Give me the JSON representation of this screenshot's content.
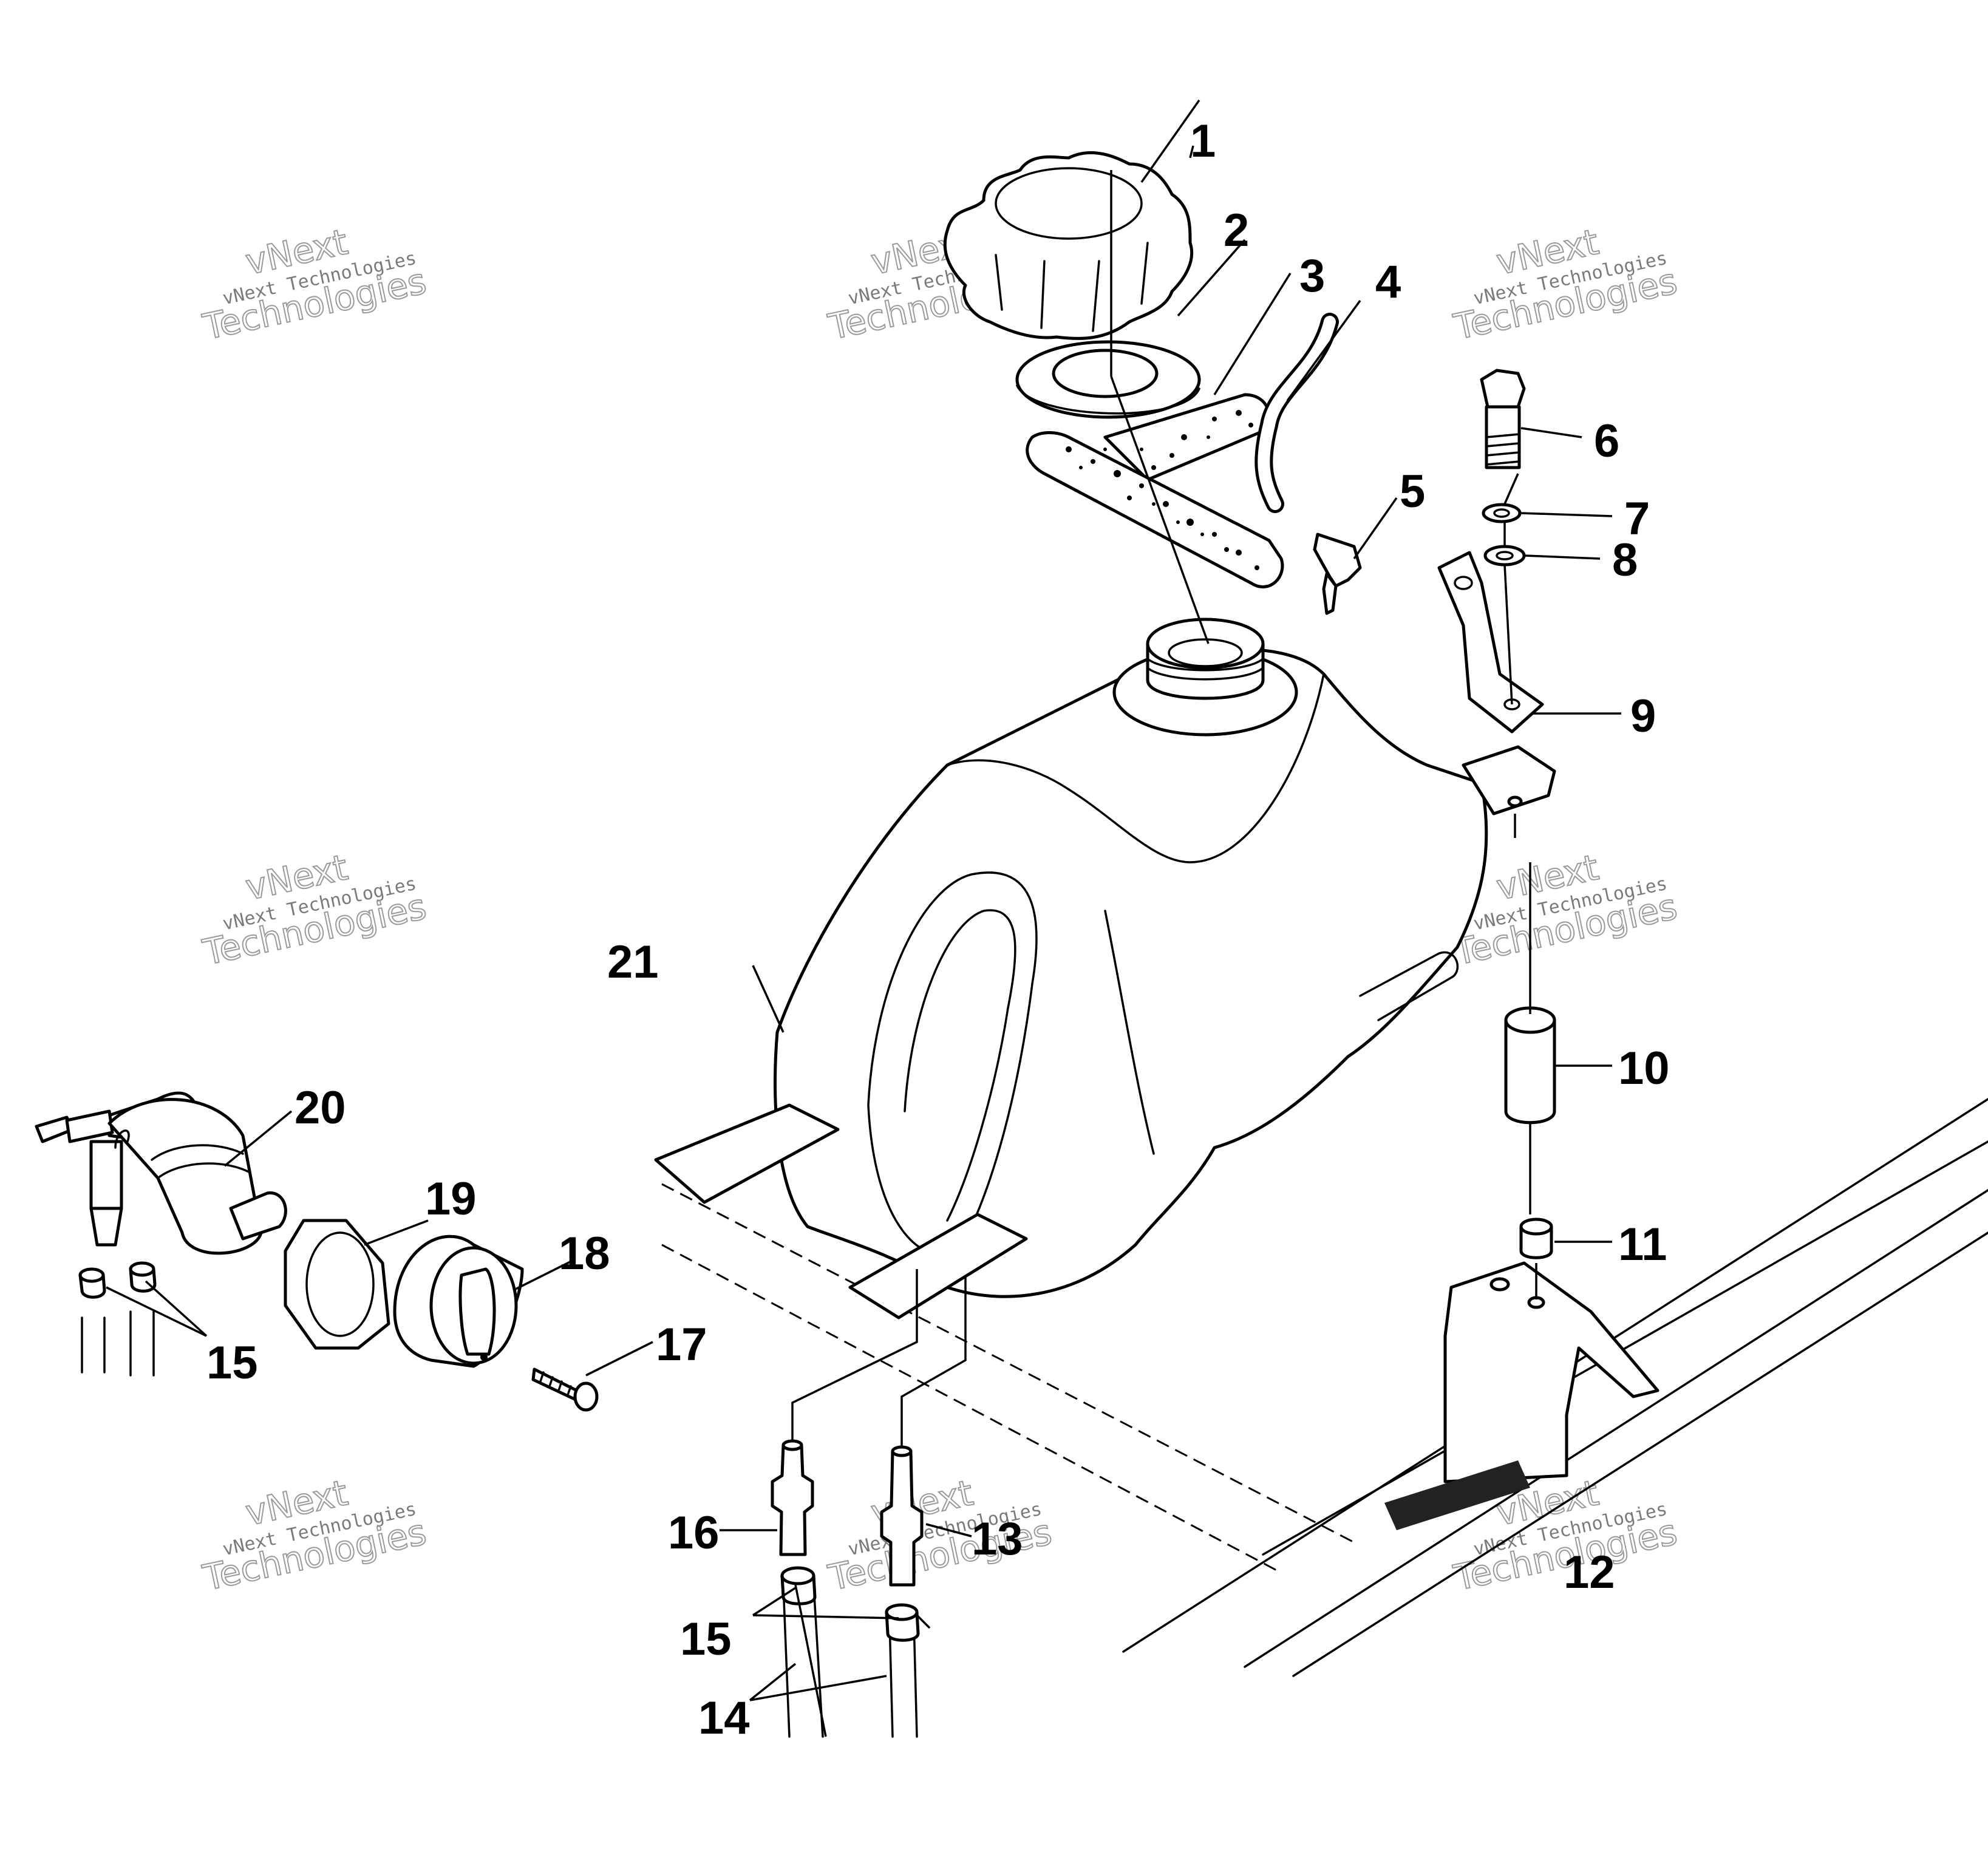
{
  "diagram": {
    "callouts": [
      {
        "id": "c1",
        "label": "1"
      },
      {
        "id": "c2",
        "label": "2"
      },
      {
        "id": "c3",
        "label": "3"
      },
      {
        "id": "c4",
        "label": "4"
      },
      {
        "id": "c5",
        "label": "5"
      },
      {
        "id": "c6",
        "label": "6"
      },
      {
        "id": "c7",
        "label": "7"
      },
      {
        "id": "c8",
        "label": "8"
      },
      {
        "id": "c9",
        "label": "9"
      },
      {
        "id": "c10",
        "label": "10"
      },
      {
        "id": "c11",
        "label": "11"
      },
      {
        "id": "c12",
        "label": "12"
      },
      {
        "id": "c13",
        "label": "13"
      },
      {
        "id": "c14",
        "label": "14"
      },
      {
        "id": "c15a",
        "label": "15"
      },
      {
        "id": "c15b",
        "label": "15"
      },
      {
        "id": "c16",
        "label": "16"
      },
      {
        "id": "c17",
        "label": "17"
      },
      {
        "id": "c18",
        "label": "18"
      },
      {
        "id": "c19",
        "label": "19"
      },
      {
        "id": "c20",
        "label": "20"
      },
      {
        "id": "c21",
        "label": "21"
      }
    ]
  },
  "watermark": {
    "line1": "vNext",
    "line2": "vNext Technologies",
    "line3": "Technologies"
  },
  "colors": {
    "ink": "#000000",
    "background": "#ffffff",
    "watermark": "#9a9a9a"
  }
}
